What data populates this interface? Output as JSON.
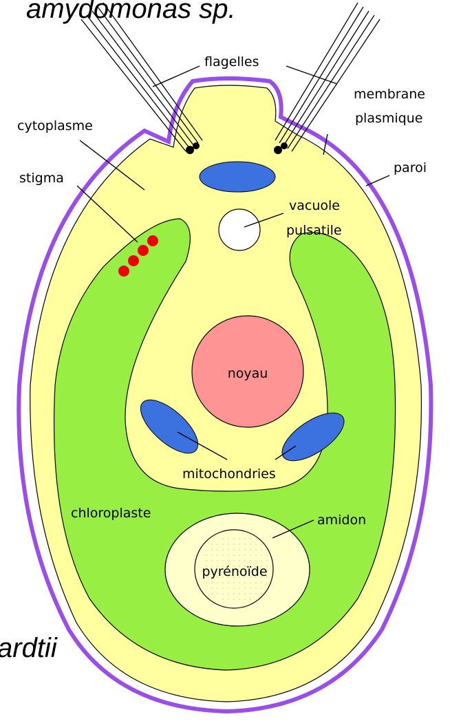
{
  "title_fragment": "amydomonas sp.",
  "caption_fragment": "ardtii",
  "labels": {
    "flagelles": "flagelles",
    "membrane_1": "membrane",
    "membrane_2": "plasmique",
    "cytoplasme": "cytoplasme",
    "paroi": "paroi",
    "stigma": "stigma",
    "vacuole_1": "vacuole",
    "vacuole_2": "pulsatile",
    "noyau": "noyau",
    "mitochondries": "mitochondries",
    "chloroplaste": "chloroplaste",
    "amidon": "amidon",
    "pyrenoide": "pyrénoïde"
  },
  "colors": {
    "wall": "#9b4dea",
    "cytoplasm": "#ffff9f",
    "chloroplast": "#99ee44",
    "nucleus": "#ff9494",
    "mitochondria": "#3b72e0",
    "stigma": "#ee0000",
    "amidon": "#ffffcc",
    "vacuole": "#ffffff"
  }
}
